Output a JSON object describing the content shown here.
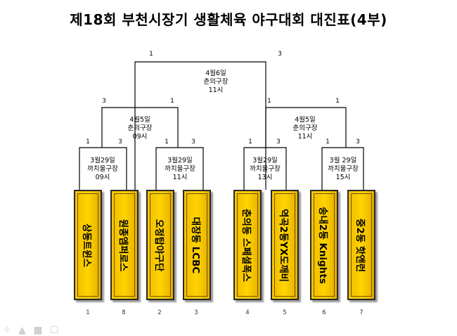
{
  "title": "제18회 부천시장기 생활체육 야구대회 대진표(4부)",
  "teams": [
    {
      "name": "상동트윈스",
      "seed": "1"
    },
    {
      "name": "원종엠퍼로스",
      "seed": "8"
    },
    {
      "name": "오정탑야구단",
      "seed": "2"
    },
    {
      "name": "대장동 LCBC",
      "seed": "3"
    },
    {
      "name": "춘의동 스페셜폭스",
      "seed": "4"
    },
    {
      "name": "역곡2동YX도깨비",
      "seed": "5"
    },
    {
      "name": "송내2동 Knights",
      "seed": "6"
    },
    {
      "name": "중2동 핫앤런",
      "seed": "7"
    }
  ],
  "round1": [
    {
      "date": "3월29일",
      "venue": "까치울구장",
      "time": "09시",
      "score_left": "1",
      "score_right": "3"
    },
    {
      "date": "3월29일",
      "venue": "까치울구장",
      "time": "11시",
      "score_left": "1",
      "score_right": "3"
    },
    {
      "date": "3월29일",
      "venue": "까치울구장",
      "time": "13시",
      "score_left": "1",
      "score_right": "3"
    },
    {
      "date": "3월 29일",
      "venue": "까치울구장",
      "time": "15시",
      "score_left": "1",
      "score_right": "3"
    }
  ],
  "semifinals": [
    {
      "date": "4월5일",
      "venue": "춘의구장",
      "time": "09시",
      "score_left": "3",
      "score_right": "1"
    },
    {
      "date": "4월5일",
      "venue": "춘의구장",
      "time": "11시",
      "score_left": "1",
      "score_right": "1"
    }
  ],
  "final": {
    "date": "4월6일",
    "venue": "춘의구장",
    "time": "11시",
    "score_left": "1",
    "score_right": "3"
  },
  "watermark": "✧ ▲ ■ ☐"
}
